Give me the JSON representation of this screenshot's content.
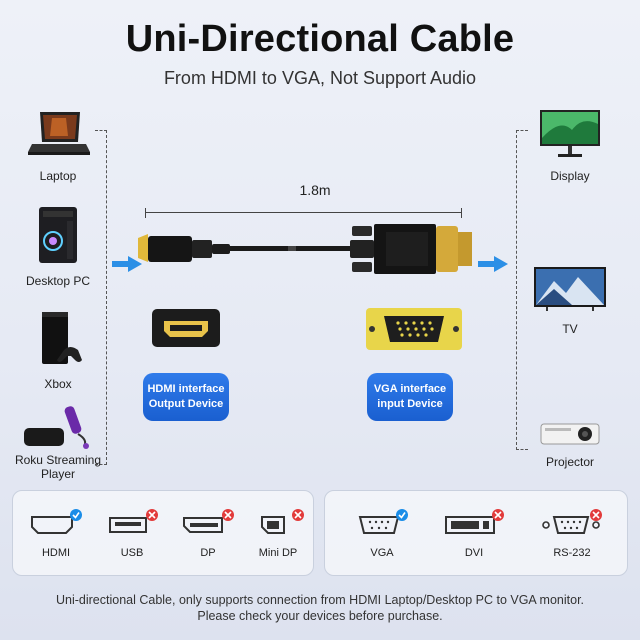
{
  "header": {
    "title": "Uni-Directional Cable",
    "subtitle": "From HDMI to VGA, Not Support Audio"
  },
  "sources": [
    {
      "label": "Laptop",
      "icon": "laptop-icon"
    },
    {
      "label": "Desktop PC",
      "icon": "desktop-pc-icon"
    },
    {
      "label": "Xbox",
      "icon": "xbox-icon"
    },
    {
      "label_line1": "Roku Streaming",
      "label_line2": "Player",
      "icon": "roku-icon"
    }
  ],
  "targets": [
    {
      "label": "Display",
      "icon": "display-icon"
    },
    {
      "label": "TV",
      "icon": "tv-icon"
    },
    {
      "label": "Projector",
      "icon": "projector-icon"
    }
  ],
  "cable": {
    "length": "1.8m",
    "hdmi_tag_line1": "HDMI interface",
    "hdmi_tag_line2": "Output Device",
    "vga_tag_line1": "VGA interface",
    "vga_tag_line2": "input Device"
  },
  "input_ports": [
    {
      "label": "HDMI",
      "supported": true
    },
    {
      "label": "USB",
      "supported": false
    },
    {
      "label": "DP",
      "supported": false
    },
    {
      "label": "Mini DP",
      "supported": false
    }
  ],
  "output_ports": [
    {
      "label": "VGA",
      "supported": true
    },
    {
      "label": "DVI",
      "supported": false
    },
    {
      "label": "RS-232",
      "supported": false
    }
  ],
  "footer": {
    "line1": "Uni-directional Cable, only supports connection from HDMI Laptop/Desktop PC to VGA monitor.",
    "line2": "Please check your devices before purchase."
  },
  "colors": {
    "accent": "#1a5fd0",
    "check": "#1a8de8",
    "cross": "#e23b3b",
    "gold": "#e8c24a"
  }
}
